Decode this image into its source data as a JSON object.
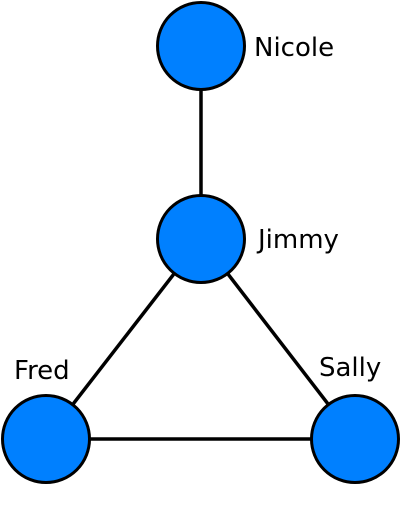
{
  "colors": {
    "node_fill": "#0080ff",
    "stroke": "#000000",
    "background": "#ffffff"
  },
  "nodes": [
    {
      "id": "nicole",
      "label": "Nicole"
    },
    {
      "id": "jimmy",
      "label": "Jimmy"
    },
    {
      "id": "fred",
      "label": "Fred"
    },
    {
      "id": "sally",
      "label": "Sally"
    }
  ],
  "edges": [
    {
      "from": "nicole",
      "to": "jimmy"
    },
    {
      "from": "jimmy",
      "to": "fred"
    },
    {
      "from": "jimmy",
      "to": "sally"
    },
    {
      "from": "fred",
      "to": "sally"
    }
  ]
}
